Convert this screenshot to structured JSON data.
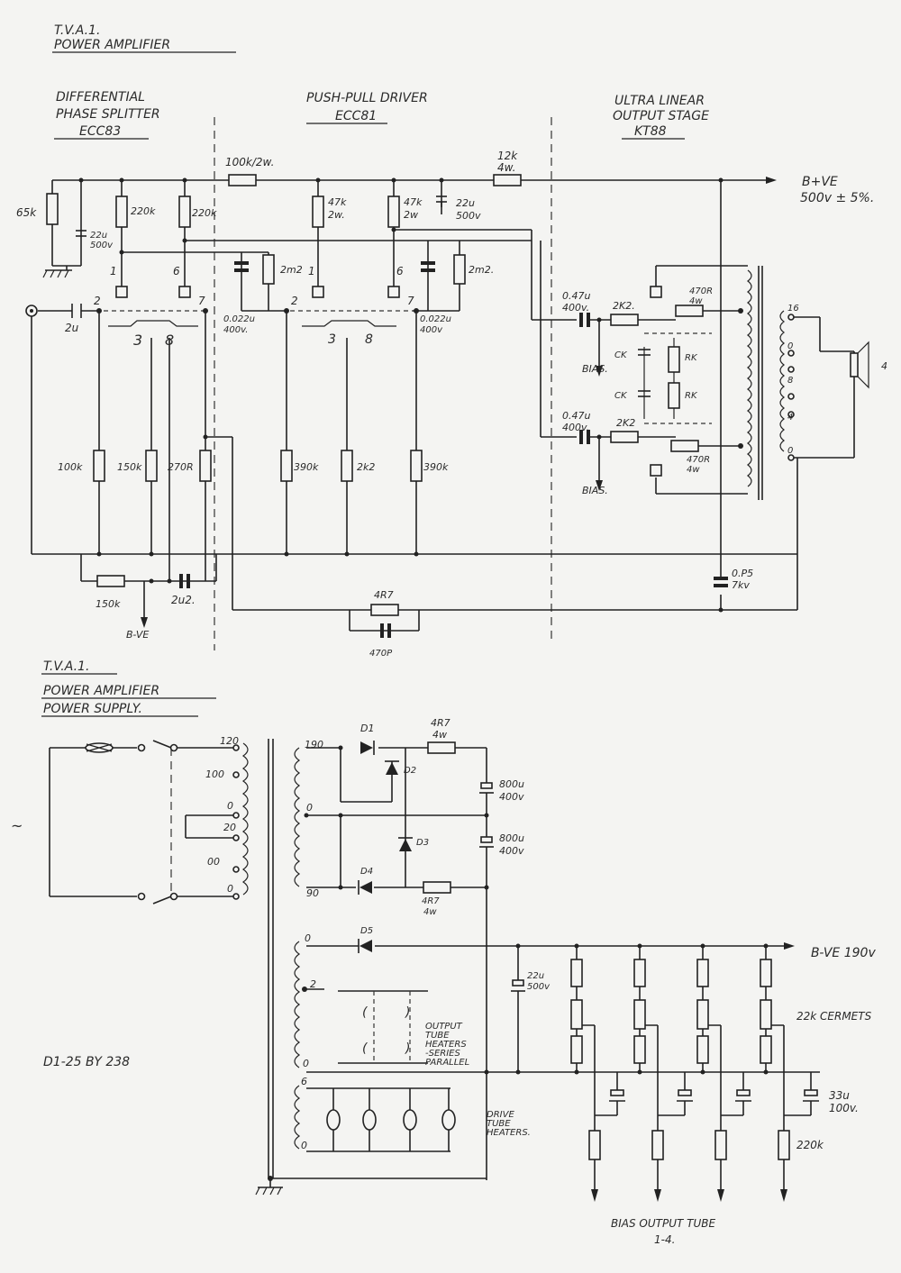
{
  "amp": {
    "title": "T.V.A.1.",
    "subtitle": "POWER AMPLIFIER",
    "sections": {
      "phase_splitter": [
        "DIFFERENTIAL",
        "PHASE SPLITTER",
        "ECC83"
      ],
      "driver": [
        "PUSH-PULL DRIVER",
        "ECC81"
      ],
      "output": [
        "ULTRA LINEAR",
        "OUTPUT STAGE",
        "KT88"
      ]
    },
    "labels": {
      "r_65k": "65k",
      "cap_22u_a": [
        "22u",
        "500v"
      ],
      "r_220k_a": "220k",
      "r_220k_b": "220k",
      "r_100k_2w": "100k/2w.",
      "r_47k_a": [
        "47k",
        "2w."
      ],
      "r_47k_b": [
        "47k",
        "2w"
      ],
      "cap_22u_b": [
        "22u",
        "500v"
      ],
      "r_12k": [
        "12k",
        "4w."
      ],
      "supply": [
        "B+VE",
        "500v ± 5%."
      ],
      "r_2m2_a": "2m2",
      "r_2m2_b": "2m2.",
      "cap_0022_a": [
        "0.022u",
        "400v."
      ],
      "cap_0022_b": [
        "0.022u",
        "400v"
      ],
      "cap_2u": "2u",
      "pin1_a": "1",
      "pin6_a": "6",
      "pin2_a": "2",
      "pin7_a": "7",
      "pin3_a": "3",
      "pin8_a": "8",
      "pin1_b": "1",
      "pin6_b": "6",
      "pin2_b": "2",
      "pin7_b": "7",
      "pin3_b": "3",
      "pin8_b": "8",
      "r_100k": "100k",
      "r_150k_a": "150k",
      "r_270r": "270R",
      "r_390k_a": "390k",
      "r_2k2": "2k2",
      "r_390k_b": "390k",
      "r_150k_b": "150k",
      "cap_2u2": "2u2.",
      "bminus": "B-VE",
      "r_4r7": "4R7",
      "cap_470": "470P",
      "cap_047_a": [
        "0.47u",
        "400v."
      ],
      "cap_047_b": [
        "0.47u",
        "400v."
      ],
      "r_2k2_a": "2K2.",
      "r_2k2_b": "2K2",
      "r_470r_a": [
        "470R",
        "4w"
      ],
      "r_470r_b": [
        "470R",
        "4w"
      ],
      "bias_a": "BIAS.",
      "bias_b": "BIAS.",
      "ck_a": "CK",
      "ck_b": "CK",
      "rk_a": "RK",
      "rk_b": "RK",
      "tap16": "16",
      "tap0a": "0",
      "tap8": "8",
      "tap4": "4",
      "tap0b": "0",
      "spk": "4",
      "cap_0p5": [
        "0.P5",
        "7kv"
      ]
    }
  },
  "psu": {
    "title": "T.V.A.1.",
    "subtitle": [
      "POWER AMPLIFIER",
      "POWER SUPPLY."
    ],
    "ac": "~",
    "taps": [
      "120",
      "100",
      "0",
      "20",
      "00",
      "0"
    ],
    "sec_taps": [
      "190",
      "0",
      "90"
    ],
    "d1": "D1",
    "d2": "D2",
    "d3": "D3",
    "d4": "D4",
    "d5": "D5",
    "r_4r7_a": [
      "4R7",
      "4w"
    ],
    "r_4r7_b": [
      "4R7",
      "4w"
    ],
    "cap_800_a": [
      "800u",
      "400v"
    ],
    "cap_800_b": [
      "800u",
      "400v"
    ],
    "bias_tap": [
      "0",
      "2",
      "0"
    ],
    "heater_note": [
      "OUTPUT",
      "TUBE",
      "HEATERS",
      "-SERIES",
      "PARALLEL"
    ],
    "drive_note": [
      "DRIVE",
      "TUBE",
      "HEATERS."
    ],
    "heater_taps": [
      "6",
      "0"
    ],
    "cap_22u": [
      "22u",
      "500v"
    ],
    "bminus_out": "B-VE 190v",
    "cermets": "22k CERMETS",
    "cap_33u": [
      "33u",
      "100v."
    ],
    "r_220k": "220k",
    "diodes": "D1-25 BY 238",
    "bias_out": [
      "BIAS OUTPUT TUBE",
      "1-4."
    ]
  }
}
